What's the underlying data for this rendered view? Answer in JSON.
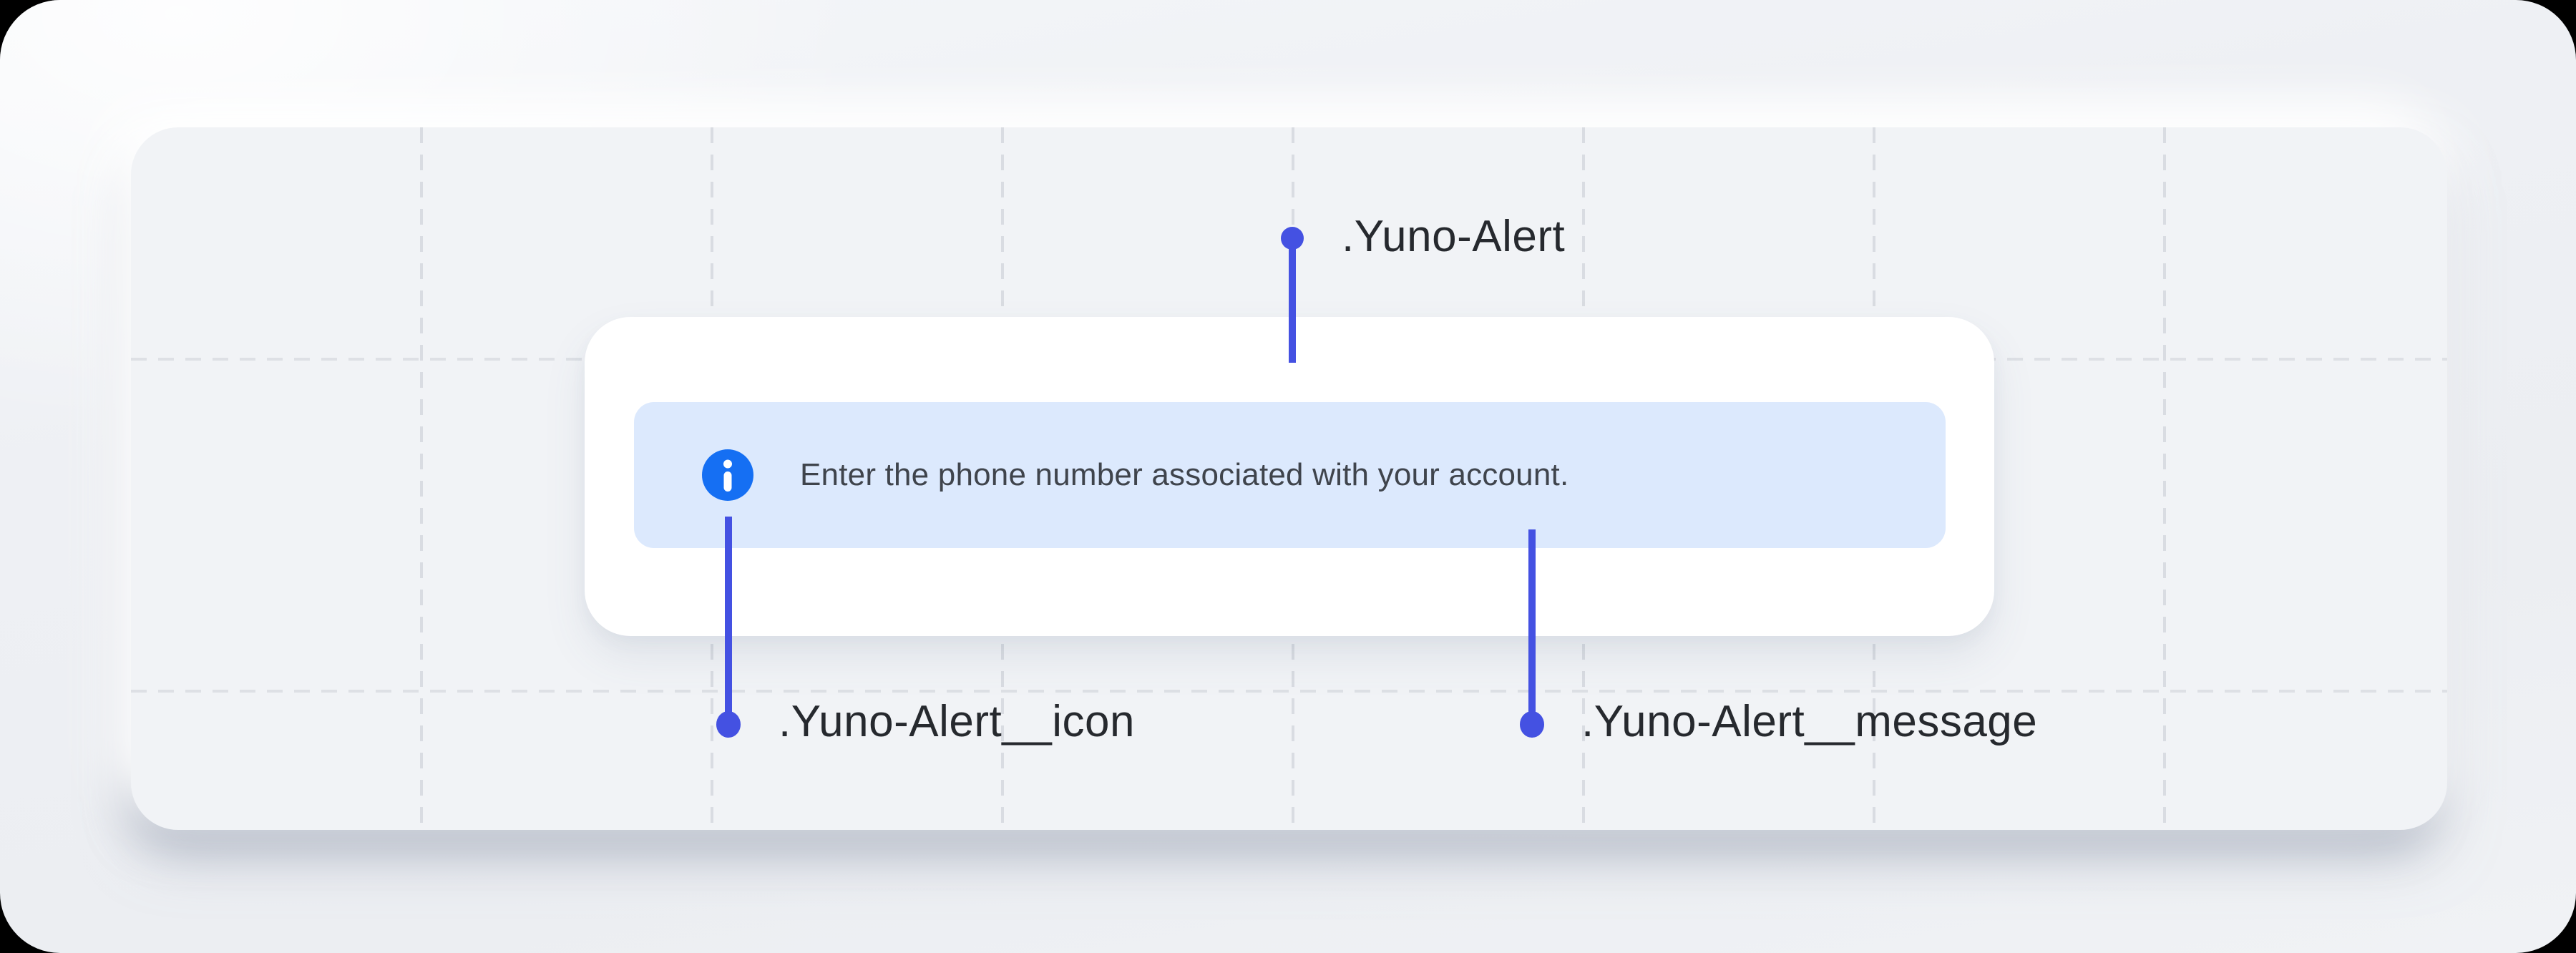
{
  "diagram": {
    "title_context": "Yuno Alert component anatomy",
    "annotations": {
      "alert": {
        "label": ".Yuno-Alert"
      },
      "icon": {
        "label": ".Yuno-Alert__icon"
      },
      "message": {
        "label": ".Yuno-Alert__message"
      }
    }
  },
  "alert": {
    "message": "Enter the phone number associated with your account.",
    "icon": "info-icon"
  },
  "colors": {
    "annotation_indigo": "#4451e2",
    "alert_background": "#dce9fd",
    "info_icon_blue": "#156ff3",
    "card_background": "#ffffff",
    "panel_background": "#f1f3f6",
    "outer_background": "#edeff3",
    "grid_dash": "#d5d8de",
    "message_text": "#3f444c",
    "label_text": "#26292e"
  }
}
